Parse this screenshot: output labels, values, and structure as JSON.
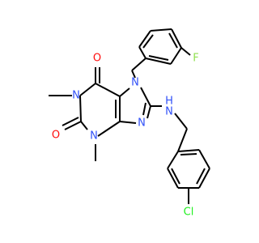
{
  "molecule": {
    "atoms": {
      "o_top": "O",
      "o_left": "O",
      "n1": "N",
      "n3": "N",
      "n7": "N",
      "n9": "N",
      "nh": "N",
      "nh_h": "H",
      "f": "F",
      "cl": "Cl"
    }
  },
  "colors": {
    "carbon": "#000000",
    "oxygen": "#ff0d0d",
    "nitrogen": "#3050f8",
    "fluorine": "#90e050",
    "chlorine": "#1ff01f"
  }
}
